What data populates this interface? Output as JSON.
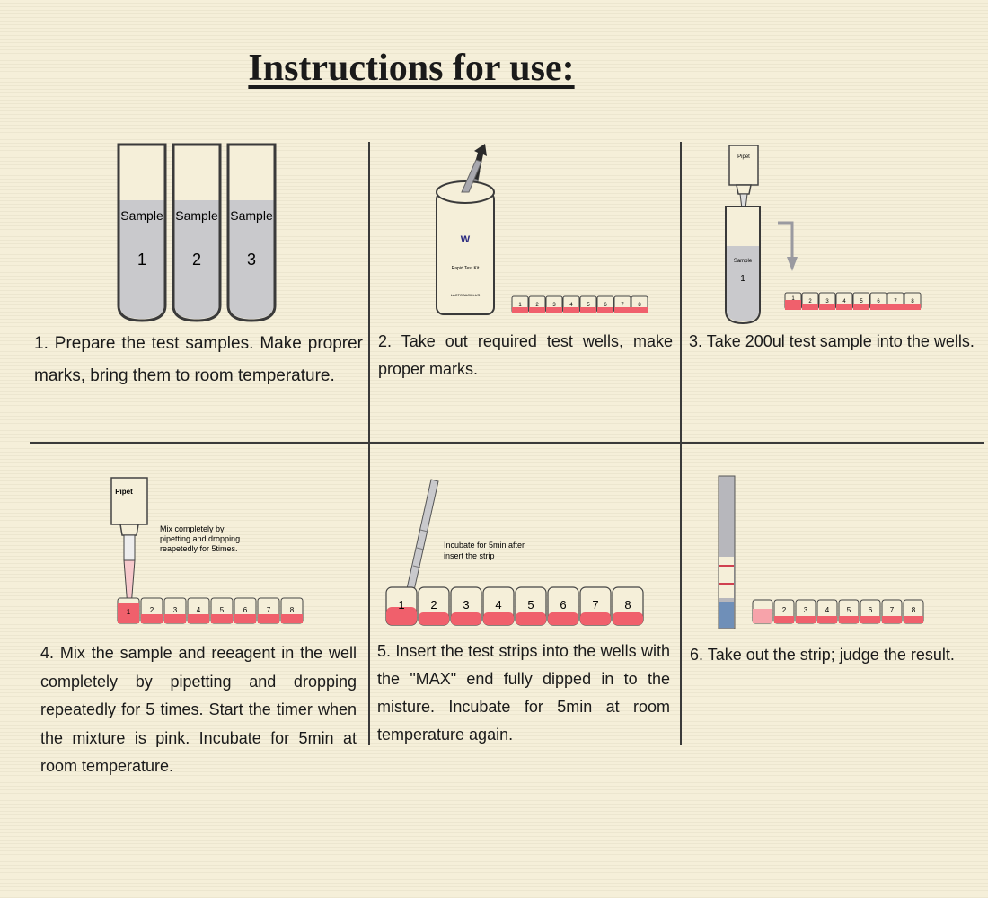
{
  "title": "Instructions for use:",
  "steps": [
    {
      "text": "1. Prepare the test samples. Make proprer marks, bring them to room temperature.",
      "tubes": [
        {
          "label": "Sample",
          "number": "1"
        },
        {
          "label": "Sample",
          "number": "2"
        },
        {
          "label": "Sample",
          "number": "3"
        }
      ]
    },
    {
      "text": "2. Take out required test wells, make proper marks.",
      "kit_logo": "W",
      "kit_name": "Rapid Test Kit",
      "kit_sub": "LACTOBACILLUS"
    },
    {
      "text": "3. Take 200ul test sample into the wells.",
      "pipet_label": "Pipet",
      "tube_label": "Sample",
      "tube_number": "1"
    },
    {
      "text": "4. Mix the sample and reeagent in the well completely by pipetting and dropping repeatedly for 5 times. Start the timer when the mixture is pink. Incubate for 5min at room temperature.",
      "pipet_label": "Pipet",
      "note": [
        "Mix completely by",
        "pipetting and dropping",
        "reapetedly for 5times."
      ]
    },
    {
      "text": "5. Insert the test strips into the wells with the \"MAX\" end fully dipped in to the misture. Incubate for 5min at room temperature again.",
      "note": [
        "Incubate for 5min after",
        "insert the strip"
      ]
    },
    {
      "text": "6. Take out the strip; judge the result."
    }
  ],
  "well_numbers": [
    "1",
    "2",
    "3",
    "4",
    "5",
    "6",
    "7",
    "8"
  ],
  "colors": {
    "pink": "#f0606c",
    "tube_fill": "#c9c9cc",
    "line": "#3a3a3a"
  }
}
